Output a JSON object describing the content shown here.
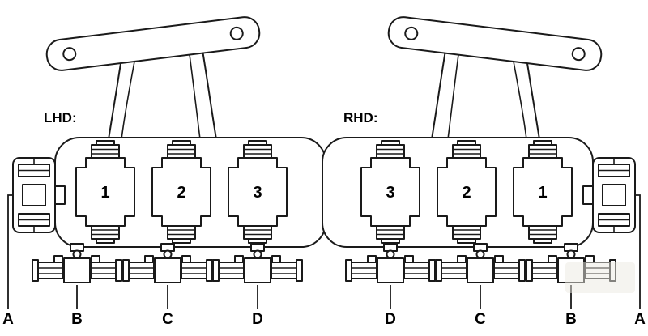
{
  "diagram": {
    "background": "#ffffff",
    "line_color": "#1a1a1a",
    "lhd": {
      "title": "LHD:",
      "relay_numbers": [
        "1",
        "2",
        "3"
      ],
      "labels": [
        "A",
        "B",
        "C",
        "D"
      ]
    },
    "rhd": {
      "title": "RHD:",
      "relay_numbers": [
        "3",
        "2",
        "1"
      ],
      "labels": [
        "D",
        "C",
        "B",
        "A"
      ]
    }
  }
}
